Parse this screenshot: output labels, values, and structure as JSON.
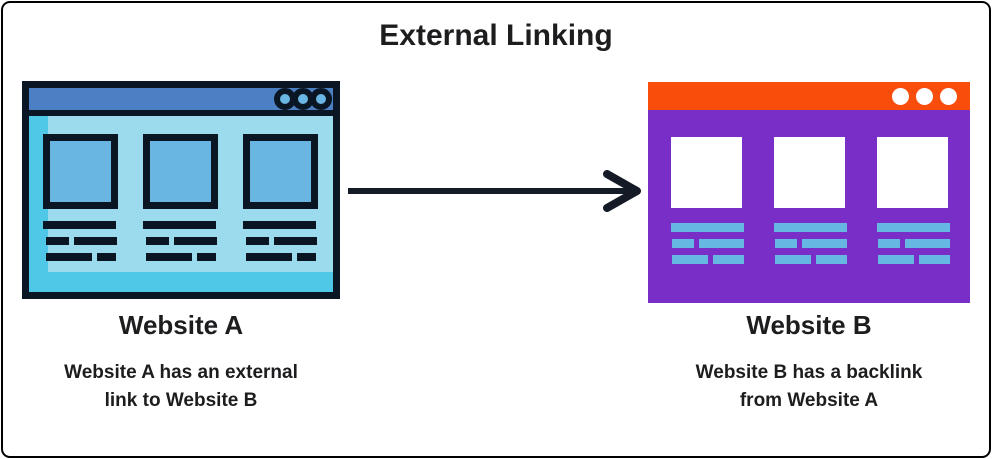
{
  "title": "External Linking",
  "website_a": {
    "label": "Website A",
    "caption": [
      "Website A has an external",
      "link to Website B"
    ],
    "window_buttons_count": 3,
    "content_columns_count": 3
  },
  "website_b": {
    "label": "Website B",
    "caption": [
      "Website B has a backlink",
      "from Website A"
    ],
    "window_buttons_count": 3,
    "content_columns_count": 3
  },
  "arrow": {
    "direction": "left-to-right",
    "from": "Website A",
    "to": "Website B"
  },
  "colors": {
    "text": "#1D1D1F",
    "arrow": "#141B27",
    "frame_border": "#000000",
    "background": "#FFFFFF",
    "a_outline": "#0B1624",
    "a_header": "#4C80C4",
    "a_panel": "#9CDBEE",
    "a_accent": "#4FC8E8",
    "a_square": "#6AB6E2",
    "b_header": "#F94D0B",
    "b_body": "#7A2EC8",
    "b_square": "#FFFFFF",
    "b_bar": "#66B8E2"
  }
}
